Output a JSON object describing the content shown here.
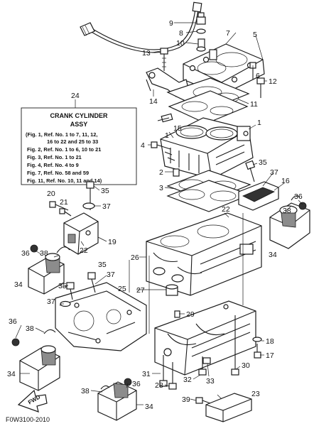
{
  "figure_code": "F0W3100-2010",
  "fwd_label": "FWD",
  "legend_box": {
    "ref": "24",
    "title": "CRANK CYLINDER",
    "subtitle": "ASSY",
    "lines": [
      "(Fig. 1, Ref. No. 1 to 7, 11, 12,",
      "16 to 22 and 25 to 33",
      "Fig. 2, Ref. No. 1 to 6, 10 to 21",
      "Fig. 3, Ref. No. 1 to 21",
      "Fig. 4, Ref. No. 4 to 9",
      "Fig. 7, Ref. No. 58 and 59",
      "Fig. 11, Ref. No. 10, 11 and 14)"
    ]
  },
  "callouts": [
    {
      "id": "c9",
      "text": "9"
    },
    {
      "id": "c8",
      "text": "8"
    },
    {
      "id": "c10",
      "text": "10"
    },
    {
      "id": "c7",
      "text": "7"
    },
    {
      "id": "c5",
      "text": "5"
    },
    {
      "id": "c13",
      "text": "13"
    },
    {
      "id": "c6",
      "text": "6"
    },
    {
      "id": "c12",
      "text": "12"
    },
    {
      "id": "c14",
      "text": "14"
    },
    {
      "id": "c11",
      "text": "11"
    },
    {
      "id": "c15",
      "text": "15"
    },
    {
      "id": "c1a",
      "text": "1"
    },
    {
      "id": "c1b",
      "text": "1"
    },
    {
      "id": "c4",
      "text": "4"
    },
    {
      "id": "c2",
      "text": "2"
    },
    {
      "id": "c35a",
      "text": "35"
    },
    {
      "id": "c37a",
      "text": "37"
    },
    {
      "id": "c16",
      "text": "16"
    },
    {
      "id": "c3",
      "text": "3"
    },
    {
      "id": "c36a",
      "text": "36"
    },
    {
      "id": "c38a",
      "text": "38"
    },
    {
      "id": "c20",
      "text": "20"
    },
    {
      "id": "c35b",
      "text": "35"
    },
    {
      "id": "c21",
      "text": "21"
    },
    {
      "id": "c37b",
      "text": "37"
    },
    {
      "id": "c19",
      "text": "19"
    },
    {
      "id": "c22a",
      "text": "22"
    },
    {
      "id": "c26",
      "text": "26"
    },
    {
      "id": "c22b",
      "text": "22"
    },
    {
      "id": "c34a",
      "text": "34"
    },
    {
      "id": "c36b",
      "text": "36"
    },
    {
      "id": "c38b",
      "text": "38"
    },
    {
      "id": "c35c",
      "text": "35"
    },
    {
      "id": "c37c",
      "text": "37"
    },
    {
      "id": "c34b",
      "text": "34"
    },
    {
      "id": "c35d",
      "text": "35"
    },
    {
      "id": "c25",
      "text": "25"
    },
    {
      "id": "c27",
      "text": "27"
    },
    {
      "id": "c37d",
      "text": "37"
    },
    {
      "id": "c29",
      "text": "29"
    },
    {
      "id": "c36c",
      "text": "36"
    },
    {
      "id": "c38c",
      "text": "38"
    },
    {
      "id": "c18",
      "text": "18"
    },
    {
      "id": "c17",
      "text": "17"
    },
    {
      "id": "c34c",
      "text": "34"
    },
    {
      "id": "c31",
      "text": "31"
    },
    {
      "id": "c30",
      "text": "30"
    },
    {
      "id": "c33",
      "text": "33"
    },
    {
      "id": "c32",
      "text": "32"
    },
    {
      "id": "c28",
      "text": "28"
    },
    {
      "id": "c36d",
      "text": "36"
    },
    {
      "id": "c38d",
      "text": "38"
    },
    {
      "id": "c23",
      "text": "23"
    },
    {
      "id": "c39",
      "text": "39"
    },
    {
      "id": "c34d",
      "text": "34"
    }
  ]
}
